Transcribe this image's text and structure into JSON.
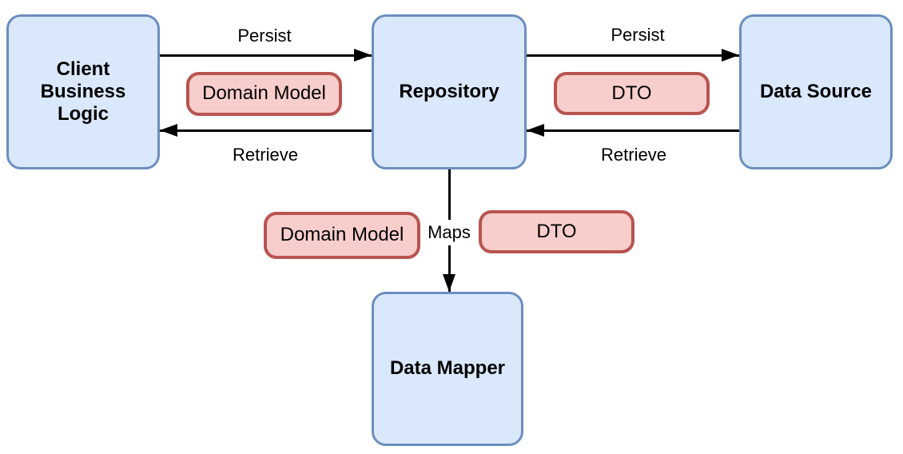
{
  "colors": {
    "background": "#ffffff",
    "node_fill": "#dae8fc",
    "node_stroke": "#6c8ebf",
    "pill_fill": "#f8cecc",
    "pill_stroke": "#b85450",
    "arrow": "#000000",
    "text": "#000000"
  },
  "nodes": {
    "client": {
      "label": "Client Business Logic"
    },
    "repository": {
      "label": "Repository"
    },
    "data_source": {
      "label": "Data Source"
    },
    "data_mapper": {
      "label": "Data Mapper"
    }
  },
  "pills": {
    "domain_model_top": {
      "label": "Domain Model"
    },
    "dto_top": {
      "label": "DTO"
    },
    "domain_model_bottom": {
      "label": "Domain Model"
    },
    "dto_bottom": {
      "label": "DTO"
    }
  },
  "edges": {
    "persist_left": {
      "label": "Persist",
      "from": "client",
      "to": "repository"
    },
    "retrieve_left": {
      "label": "Retrieve",
      "from": "repository",
      "to": "client"
    },
    "persist_right": {
      "label": "Persist",
      "from": "repository",
      "to": "data_source"
    },
    "retrieve_right": {
      "label": "Retrieve",
      "from": "data_source",
      "to": "repository"
    },
    "maps": {
      "label": "Maps",
      "from": "repository",
      "to": "data_mapper"
    }
  }
}
